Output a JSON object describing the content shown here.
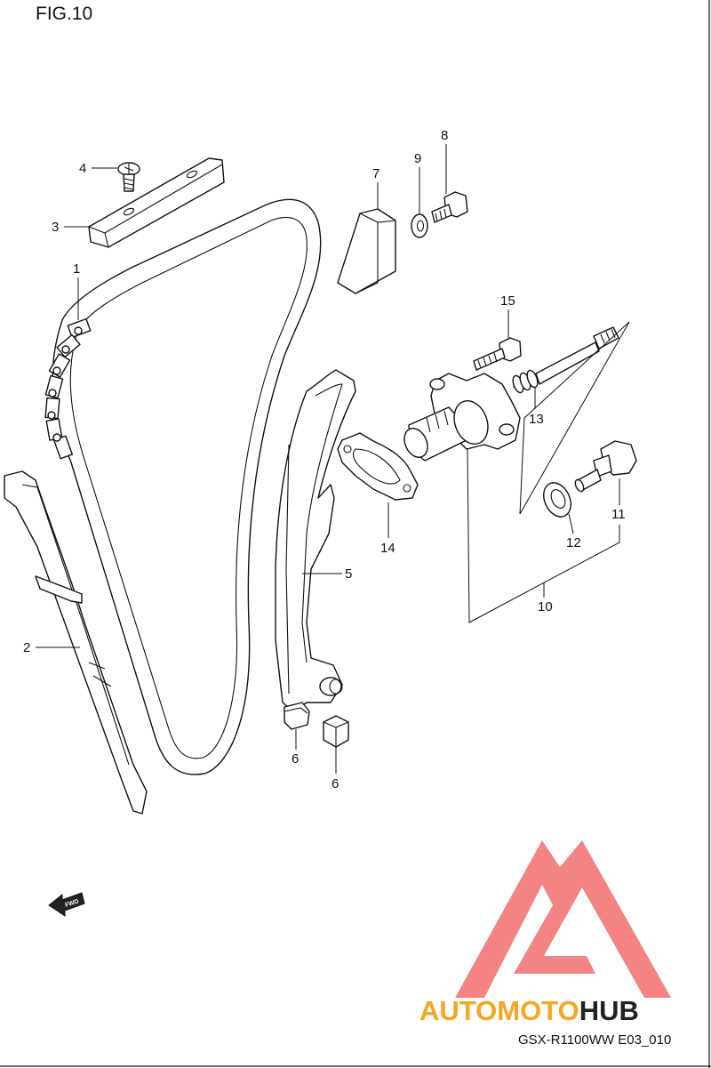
{
  "figure_label": "FIG.10",
  "footer_code": "GSX-R1100WW  E03_010",
  "fwd_arrow_text": "FWD",
  "watermark": {
    "brand_auto": "AUTO",
    "brand_moto": "MOTO",
    "brand_hub": "HUB",
    "colors": {
      "auto_moto": "#f5a623",
      "hub": "#222222",
      "triangle": "#f26d6d"
    }
  },
  "parts": [
    {
      "num": "1",
      "name": "cam-chain"
    },
    {
      "num": "2",
      "name": "chain-guide-rear"
    },
    {
      "num": "3",
      "name": "chain-guide-top"
    },
    {
      "num": "4",
      "name": "guide-screw"
    },
    {
      "num": "5",
      "name": "tensioner-guide"
    },
    {
      "num": "6",
      "name": "cushion-a"
    },
    {
      "num": "6",
      "name": "cushion-b"
    },
    {
      "num": "7",
      "name": "chain-guide-block"
    },
    {
      "num": "8",
      "name": "bolt"
    },
    {
      "num": "9",
      "name": "washer"
    },
    {
      "num": "10",
      "name": "tensioner-assembly"
    },
    {
      "num": "11",
      "name": "tensioner-plug"
    },
    {
      "num": "12",
      "name": "gasket-ring"
    },
    {
      "num": "13",
      "name": "spring"
    },
    {
      "num": "14",
      "name": "tensioner-gasket"
    },
    {
      "num": "15",
      "name": "tensioner-bolt"
    }
  ]
}
